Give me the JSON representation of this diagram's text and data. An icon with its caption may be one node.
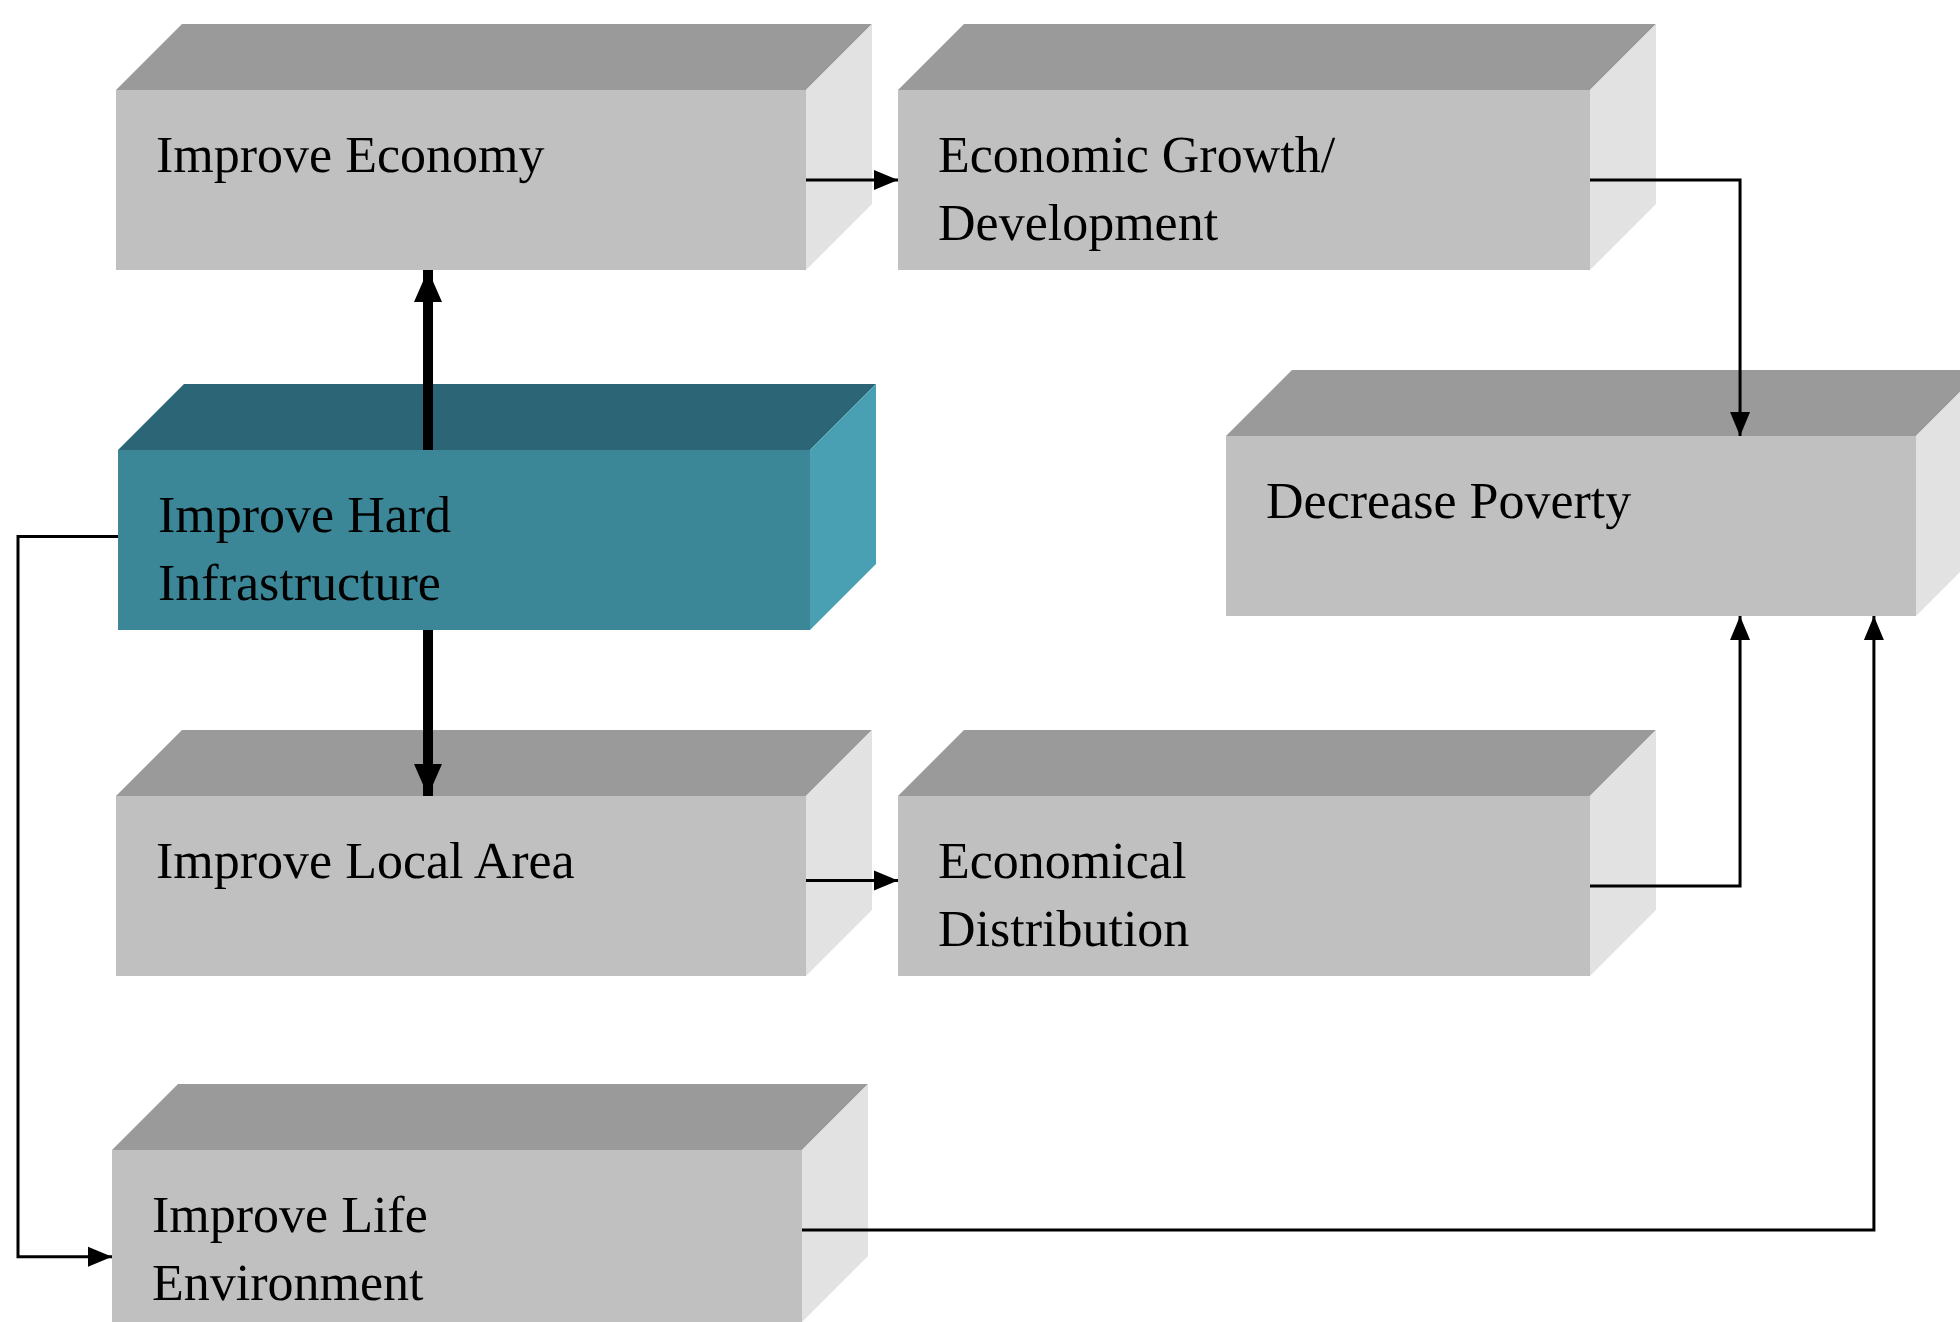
{
  "diagram": {
    "nodes": [
      {
        "text": [
          "Improve Economy"
        ]
      },
      {
        "text": [
          "Economic Growth/ Development"
        ]
      },
      {
        "text": [
          "Improve Hard Infrastructure"
        ]
      },
      {
        "text": [
          "Decrease Poverty"
        ]
      },
      {
        "text": [
          "Improve Local Area"
        ]
      },
      {
        "text": [
          "Economical Distribution"
        ]
      },
      {
        "text": [
          "Improve Life Environment"
        ]
      }
    ],
    "edges": [
      {
        "from": 2,
        "to": 0,
        "arrow": "to",
        "style": "thick"
      },
      {
        "from": 2,
        "to": 4,
        "arrow": "to",
        "style": "thick"
      },
      {
        "from": 0,
        "to": 1,
        "arrow": "to"
      },
      {
        "from": 1,
        "to": 3,
        "arrow": "to"
      },
      {
        "from": 4,
        "to": 5,
        "arrow": "to"
      },
      {
        "from": 5,
        "to": 3,
        "arrow": "to"
      },
      {
        "from": 6,
        "to": 3,
        "arrow": "to"
      },
      {
        "from": 2,
        "to": 6,
        "arrow": "to"
      }
    ]
  }
}
